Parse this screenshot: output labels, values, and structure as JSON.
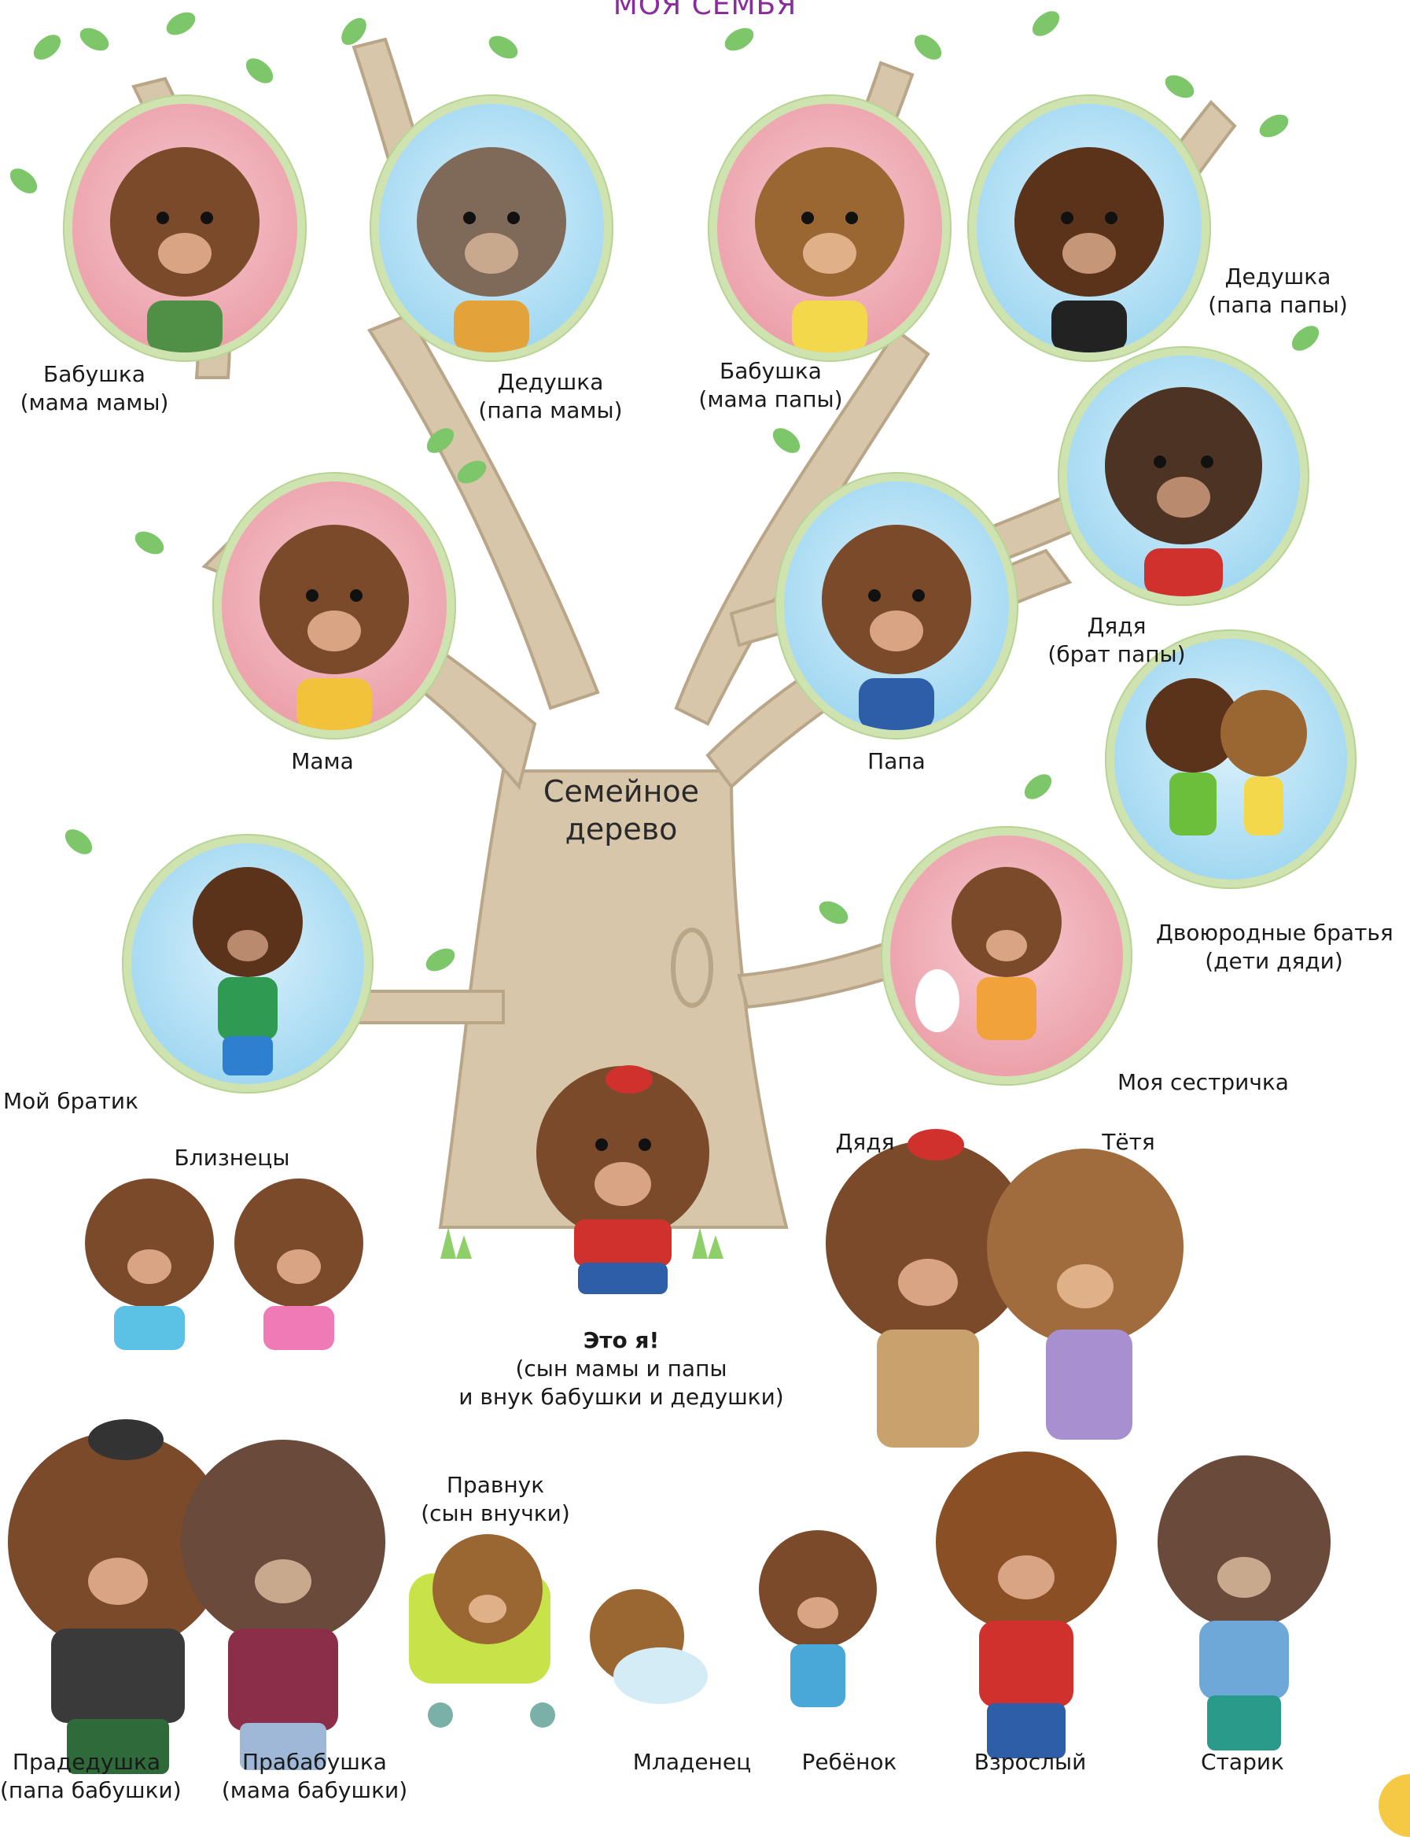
{
  "title": "МОЯ СЕМЬЯ",
  "tree_title": [
    "Семейное",
    "дерево"
  ],
  "labels": {
    "grandma_mom": [
      "Бабушка",
      "(мама мамы)"
    ],
    "grandpa_mom": [
      "Дедушка",
      "(папа мамы)"
    ],
    "grandma_dad": [
      "Бабушка",
      "(мама папы)"
    ],
    "grandpa_dad": [
      "Дедушка",
      "(папа папы)"
    ],
    "uncle_dad": [
      "Дядя",
      "(брат папы)"
    ],
    "mom": "Мама",
    "dad": "Папа",
    "cousins": [
      "Двоюродные братья",
      "(дети дяди)"
    ],
    "brother": "Мой братик",
    "sister": "Моя сестричка",
    "twins": "Близнецы",
    "me": [
      "Это я!",
      "(сын мамы и папы",
      "и внук бабушки и дедушки)"
    ],
    "uncle": "Дядя",
    "aunt": "Тётя",
    "great_grandpa": [
      "Прадедушка",
      "(папа бабушки)"
    ],
    "great_grandma": [
      "Прабабушка",
      "(мама бабушки)"
    ],
    "great_grandson": [
      "Правнук",
      "(сын внучки)"
    ],
    "baby": "Младенец",
    "child": "Ребёнок",
    "adult": "Взрослый",
    "old_man": "Старик"
  },
  "colors": {
    "title": "#8a2d9c",
    "trunk": "#d7c6aa",
    "leaf": "#7dc66a",
    "frame": "#cfe3b0",
    "bear": "#7a4a2a",
    "accent_corner": "#f6c945"
  }
}
